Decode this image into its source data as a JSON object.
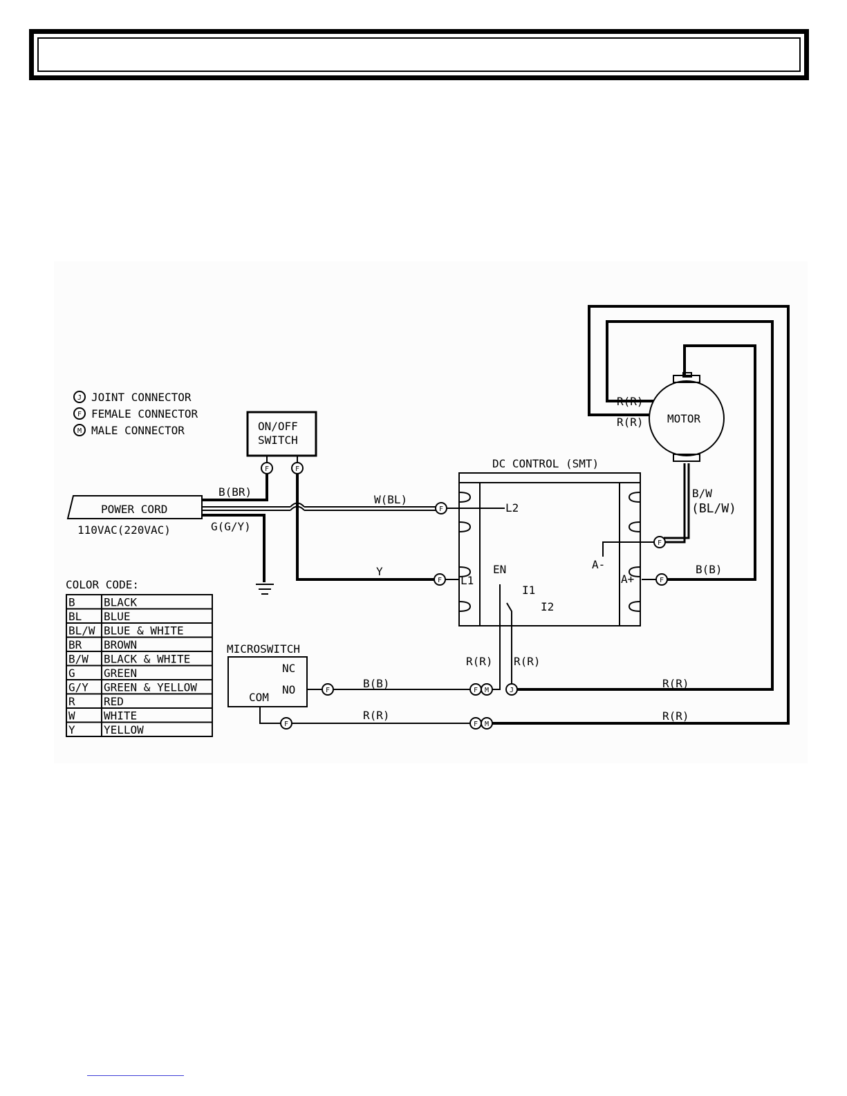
{
  "page": {
    "title": ""
  },
  "legend": {
    "joint_symbol": "J",
    "joint_label": "JOINT CONNECTOR",
    "female_symbol": "F",
    "female_label": "FEMALE CONNECTOR",
    "male_symbol": "M",
    "male_label": "MALE CONNECTOR"
  },
  "color_code": {
    "title": "COLOR CODE:",
    "rows": [
      {
        "code": "B",
        "name": "BLACK"
      },
      {
        "code": "BL",
        "name": "BLUE"
      },
      {
        "code": "BL/W",
        "name": "BLUE & WHITE"
      },
      {
        "code": "BR",
        "name": "BROWN"
      },
      {
        "code": "B/W",
        "name": "BLACK & WHITE"
      },
      {
        "code": "G",
        "name": "GREEN"
      },
      {
        "code": "G/Y",
        "name": "GREEN & YELLOW"
      },
      {
        "code": "R",
        "name": "RED"
      },
      {
        "code": "W",
        "name": "WHITE"
      },
      {
        "code": "Y",
        "name": "YELLOW"
      }
    ]
  },
  "components": {
    "switch_line1": "ON/OFF",
    "switch_line2": "SWITCH",
    "power_cord": "POWER CORD",
    "voltage": "110VAC(220VAC)",
    "dc_control": "DC CONTROL (SMT)",
    "motor": "MOTOR",
    "microswitch": "MICROSWITCH",
    "nc": "NC",
    "no": "NO",
    "com": "COM"
  },
  "terminals": {
    "l1": "L1",
    "l2": "L2",
    "en": "EN",
    "i1": "I1",
    "i2": "I2",
    "a_minus": "A-",
    "a_plus": "A+"
  },
  "wires": {
    "b_br": "B(BR)",
    "g_gy": "G(G/Y)",
    "w_bl": "W(BL)",
    "y": "Y",
    "bw": "B/W",
    "bl_w": "(BL/W)",
    "b_b_motor": "B(B)",
    "r_r_top1": "R(R)",
    "r_r_top2": "R(R)",
    "r_r_en": "R(R)",
    "r_r_i": "R(R)",
    "b_b_no": "B(B)",
    "r_r_loop": "R(R)",
    "r_r_com": "R(R)",
    "r_r_bottom": "R(R)"
  },
  "colors": {
    "ink": "#000000",
    "link": "#3b3bd6"
  }
}
